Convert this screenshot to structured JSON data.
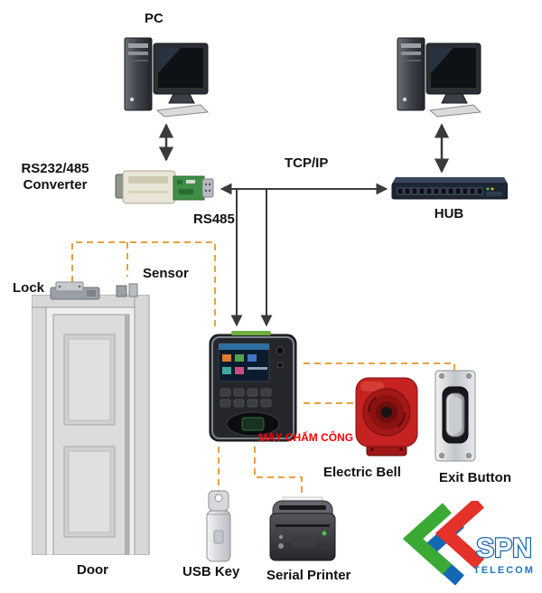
{
  "labels": {
    "pc_left": "PC",
    "converter_line1": "RS232/485",
    "converter_line2": "Converter",
    "tcpip": "TCP/IP",
    "rs485": "RS485",
    "hub": "HUB",
    "lock": "Lock",
    "sensor": "Sensor",
    "door": "Door",
    "machine": "MÁY CHẤM CÔNG",
    "electric_bell": "Electric Bell",
    "exit_button": "Exit Button",
    "usb_key": "USB Key",
    "serial_printer": "Serial Printer"
  },
  "logo": {
    "name": "SPN",
    "subtitle": "TELECOM"
  },
  "colors": {
    "solid_line": "#3a3a3a",
    "dashed_line": "#e8a23d",
    "label_red": "#ff0000",
    "bell_red": "#c62222",
    "logo_red": "#e53228",
    "logo_green": "#3aaa35",
    "logo_blue": "#1467b3"
  }
}
